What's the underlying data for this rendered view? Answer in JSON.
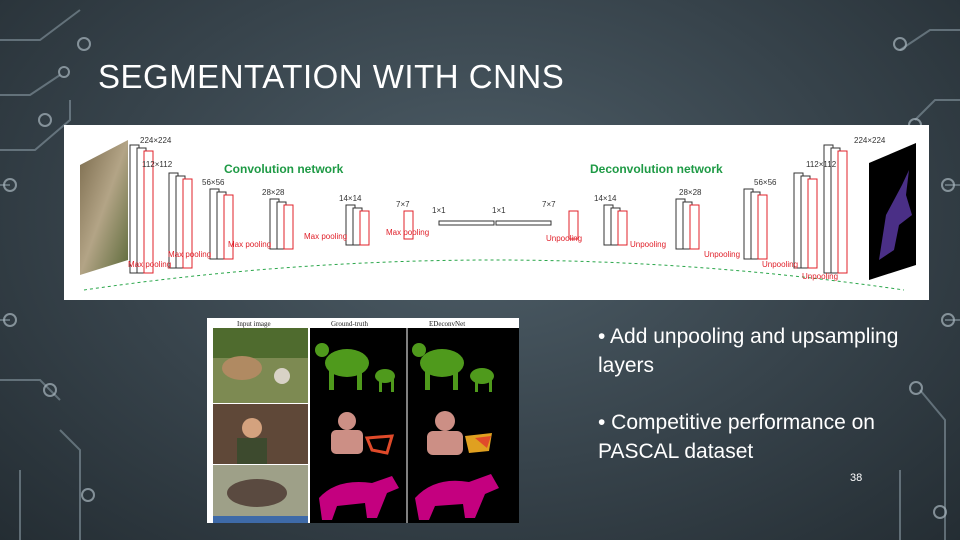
{
  "slide": {
    "title": "SEGMENTATION WITH CNNS",
    "page_number": "38"
  },
  "bullets": [
    "• Add unpooling and upsampling layers",
    "• Competitive performance on PASCAL dataset"
  ],
  "diagram": {
    "conv_title": "Convolution network",
    "deconv_title": "Deconvolution network",
    "size_labels": [
      "224×224",
      "112×112",
      "56×56",
      "28×28",
      "14×14",
      "7×7",
      "1×1",
      "1×1",
      "7×7",
      "14×14",
      "28×28",
      "56×56",
      "112×112",
      "224×224"
    ],
    "pool_labels": [
      "Max pooling",
      "Max pooling",
      "Max pooling",
      "Max pooling",
      "Max pooling"
    ],
    "unpool_labels": [
      "Unpooling",
      "Unpooling",
      "Unpooling",
      "Unpooling",
      "Unpooling"
    ],
    "colors": {
      "title_green": "#1e9a45",
      "layer_red": "#e0202a",
      "arrow_green": "#2aa64a",
      "segment_purple": "#4a2f86"
    }
  },
  "results": {
    "headers": [
      "Input image",
      "Ground-truth",
      "EDeconvNet"
    ],
    "colors": {
      "cow": "#4f9a1c",
      "person": "#cc8f85",
      "horse": "#c4007f",
      "bike": "#e04a2a"
    }
  }
}
